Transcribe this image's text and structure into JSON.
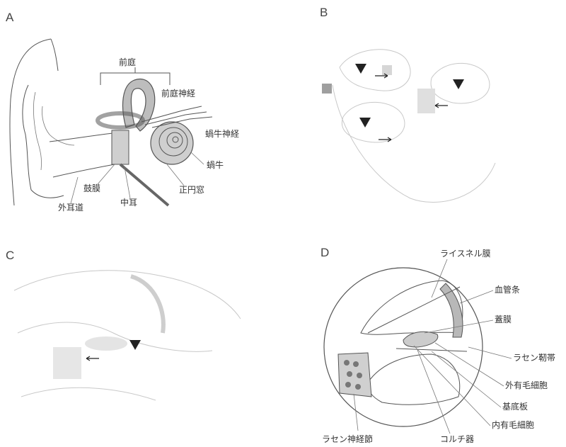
{
  "panels": {
    "A": {
      "letter": "A",
      "labels": {
        "vestibule": "前庭",
        "vestibular_nerve": "前庭神経",
        "cochlear_nerve": "蝸牛神経",
        "cochlea": "蝸牛",
        "round_window": "正円窓",
        "tympanic_membrane": "鼓膜",
        "middle_ear": "中耳",
        "external_canal": "外耳道"
      }
    },
    "B": {
      "letter": "B"
    },
    "C": {
      "letter": "C"
    },
    "D": {
      "letter": "D",
      "labels": {
        "reissner": "ライスネル膜",
        "stria": "血管条",
        "tectorial": "蓋膜",
        "spiral_ligament": "ラセン靭帯",
        "outer_hair_cells": "外有毛細胞",
        "basilar": "基底板",
        "inner_hair_cells": "内有毛細胞",
        "organ_corti": "コルチ器",
        "spiral_ganglion": "ラセン神経節"
      }
    }
  },
  "colors": {
    "line": "#555555",
    "shade": "#bdbdbd",
    "marker": "#222222"
  }
}
